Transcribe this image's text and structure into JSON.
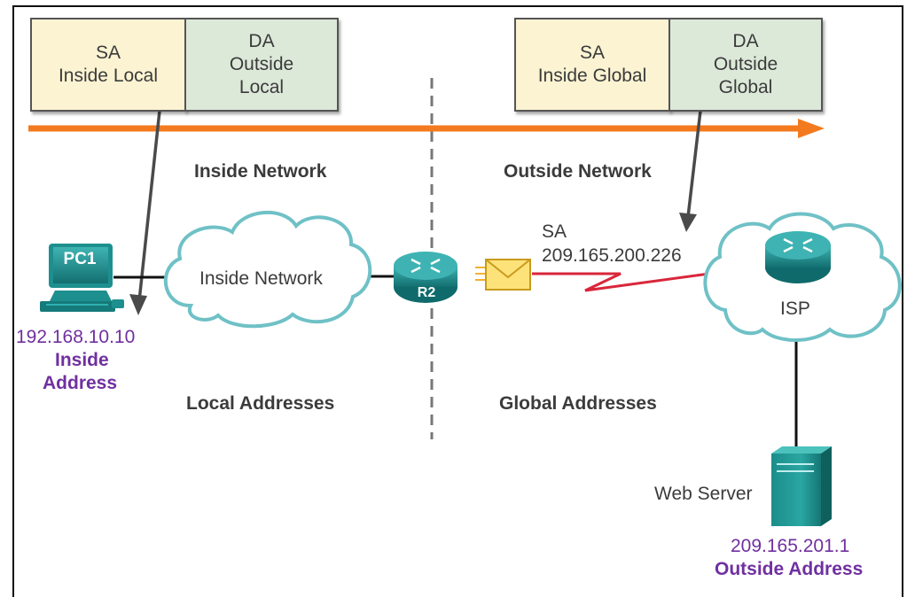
{
  "headers": {
    "left": {
      "sa": "SA\nInside Local",
      "da": "DA\nOutside\nLocal"
    },
    "right": {
      "sa": "SA\nInside Global",
      "da": "DA\nOutside\nGlobal"
    }
  },
  "sections": {
    "inside_network": "Inside Network",
    "outside_network": "Outside Network",
    "local_addresses": "Local Addresses",
    "global_addresses": "Global Addresses"
  },
  "nodes": {
    "pc": {
      "label": "PC1",
      "ip": "192.168.10.10",
      "role_line1": "Inside",
      "role_line2": "Address"
    },
    "inside_cloud": {
      "label": "Inside Network"
    },
    "router": {
      "label": "R2"
    },
    "isp": {
      "label": "ISP"
    },
    "server": {
      "label": "Web Server",
      "ip": "209.165.201.1",
      "role": "Outside Address"
    }
  },
  "link": {
    "sa_label": "SA",
    "sa_ip": "209.165.200.226"
  },
  "colors": {
    "arrow": "#f37a1f",
    "device": "#1e8f8f",
    "cloud_stroke": "#6fc1c6",
    "serial_link": "#d9263a",
    "purple": "#7030a0"
  },
  "icons": [
    "pc-icon",
    "router-icon",
    "cloud-icon",
    "envelope-icon",
    "server-icon"
  ]
}
